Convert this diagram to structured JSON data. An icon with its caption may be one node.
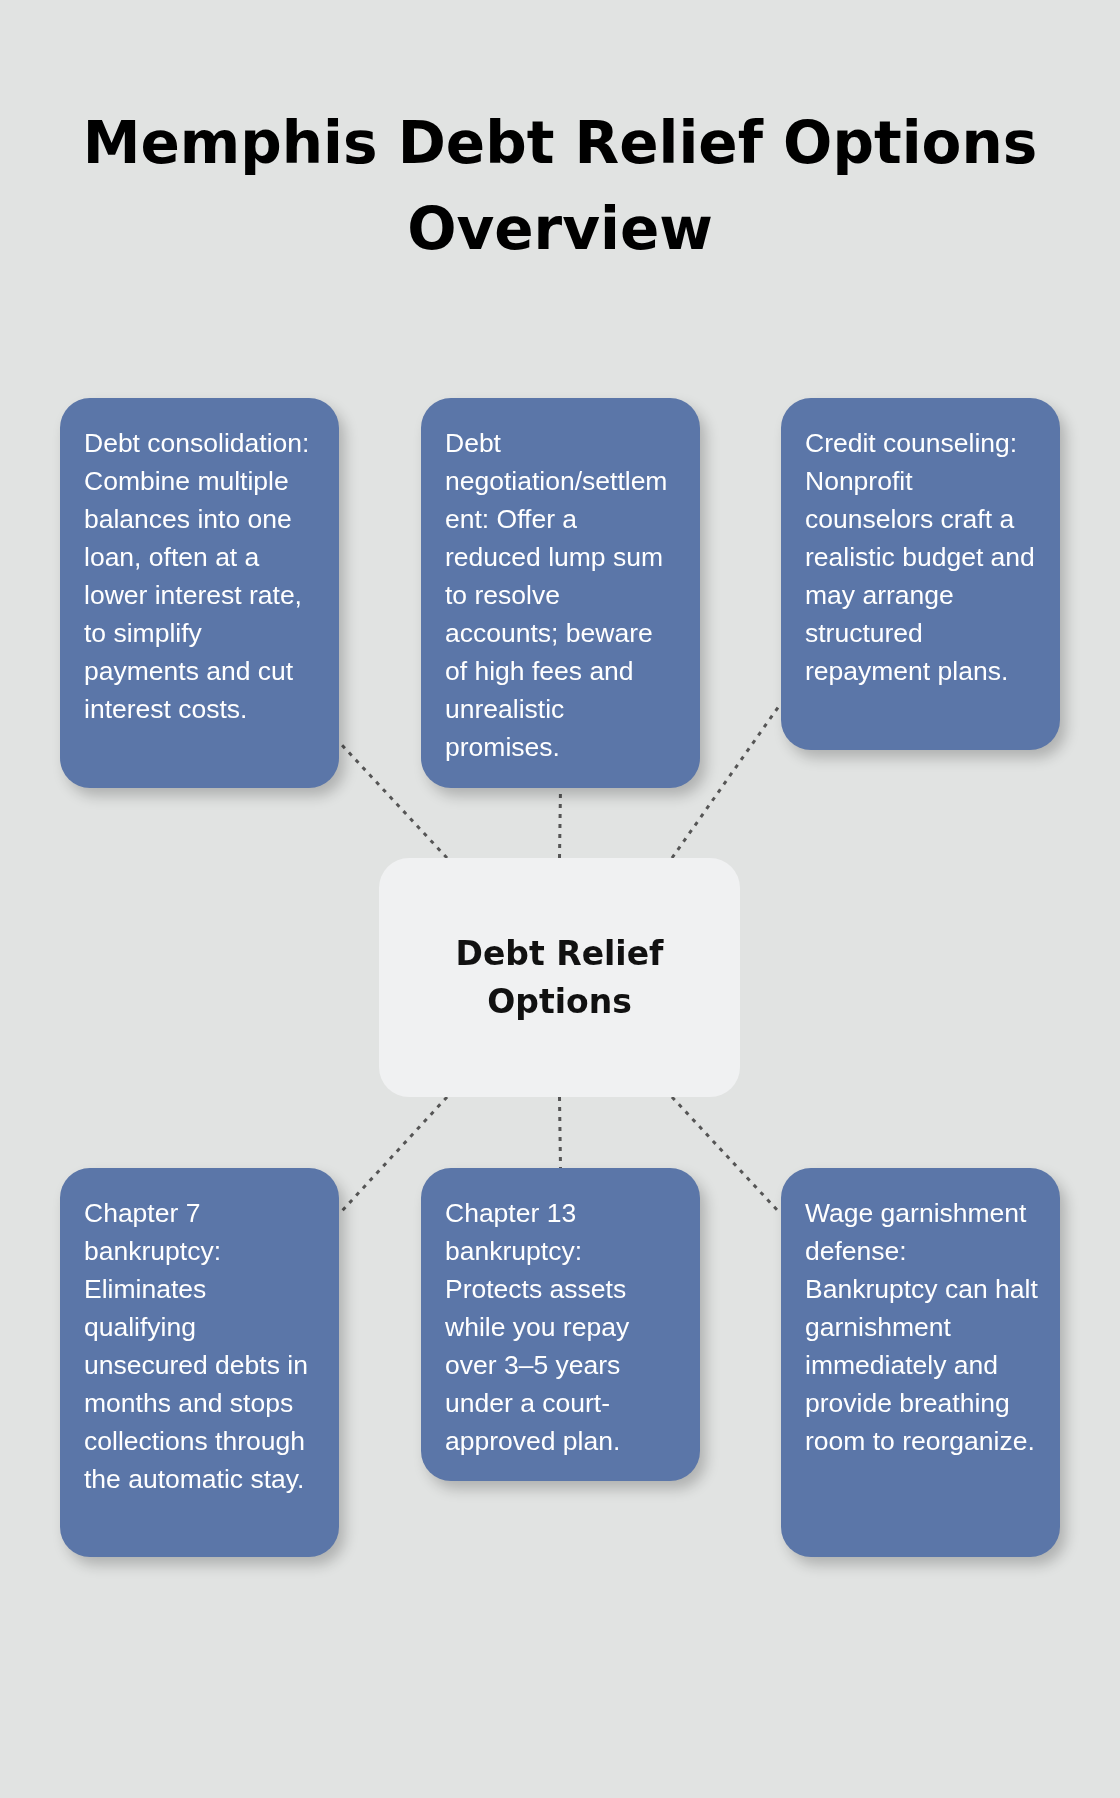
{
  "diagram": {
    "title": "Memphis Debt Relief Options Overview",
    "nodes": [
      {
        "text": [
          "Debt consolidation: Combine multiple balances into one loan, often at a lower interest rate, to simplify payments and cut interest costs."
        ]
      },
      {
        "text": [
          "Debt negotiation/settlement: Offer a reduced lump sum to resolve accounts; beware of high fees and unrealistic promises."
        ]
      },
      {
        "text": [
          "Credit counseling: Nonprofit counselors craft a realistic budget and may arrange structured repayment plans."
        ]
      },
      {
        "text": [
          "Debt Relief Options"
        ]
      },
      {
        "text": [
          "Chapter 7 bankruptcy: Eliminates qualifying unsecured debts in months and stops collections through the automatic stay."
        ]
      },
      {
        "text": [
          "Chapter 13 bankruptcy: Protects assets while you repay over 3–5 years under a court-approved plan."
        ]
      },
      {
        "text": [
          "Wage garnishment defense: Bankruptcy can halt garnishment immediately and provide breathing room to reorganize."
        ]
      }
    ],
    "edges": [
      {
        "from": 3,
        "to": 0,
        "arrow": "none"
      },
      {
        "from": 3,
        "to": 1,
        "arrow": "none"
      },
      {
        "from": 3,
        "to": 2,
        "arrow": "none"
      },
      {
        "from": 3,
        "to": 4,
        "arrow": "none"
      },
      {
        "from": 3,
        "to": 5,
        "arrow": "none"
      },
      {
        "from": 3,
        "to": 6,
        "arrow": "none"
      }
    ]
  }
}
